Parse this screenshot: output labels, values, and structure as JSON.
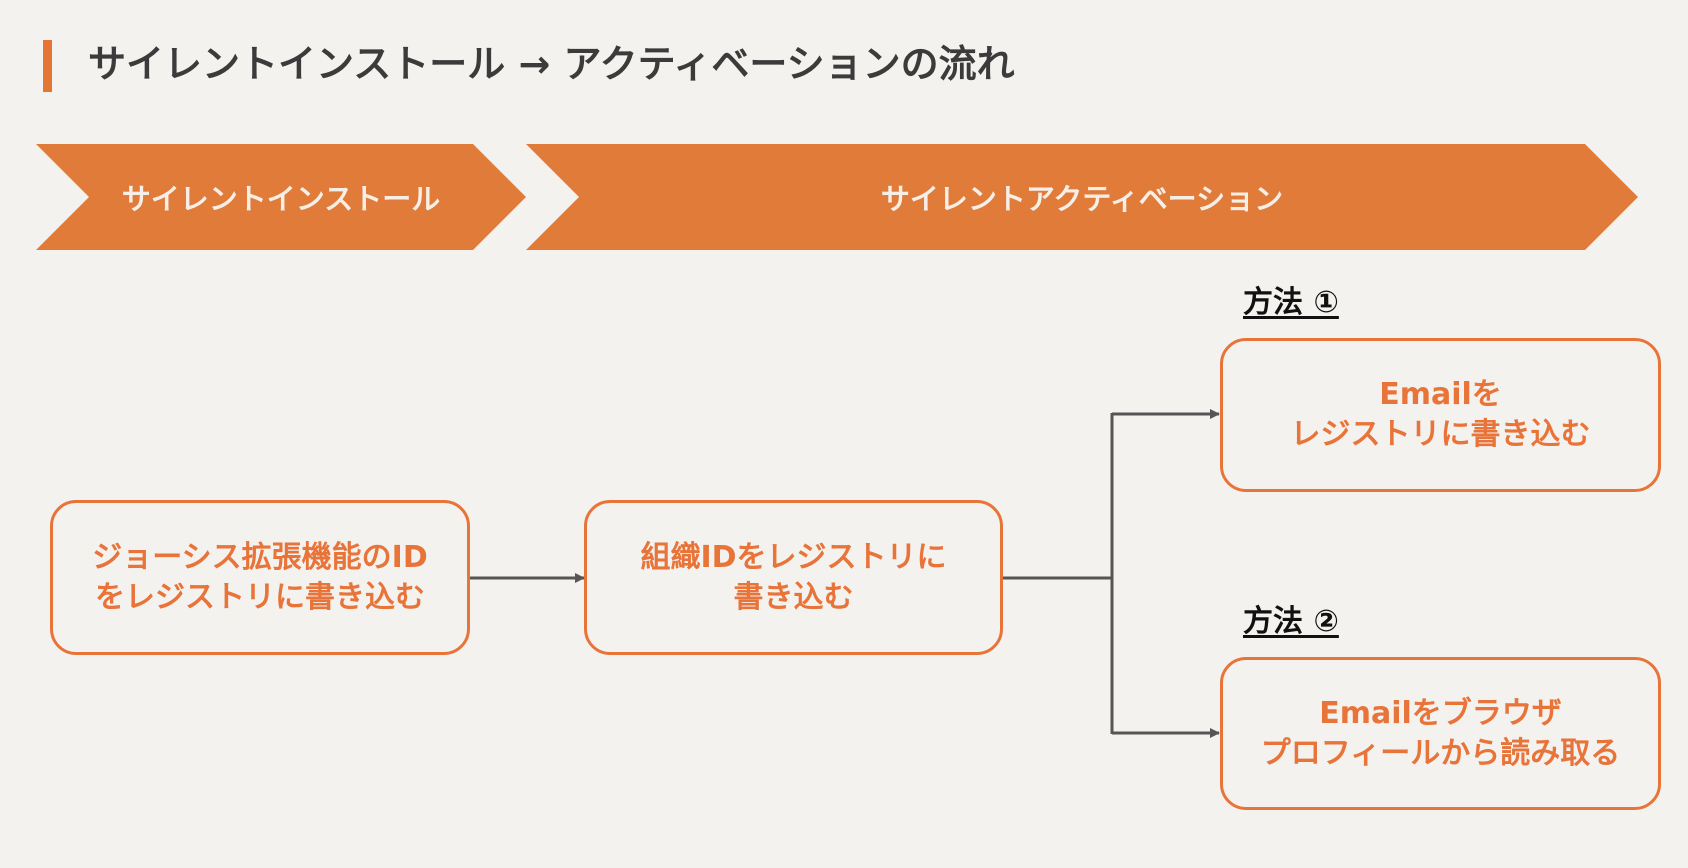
{
  "title": "サイレントインストール → アクティベーションの流れ",
  "phases": [
    {
      "label": "サイレントインストール"
    },
    {
      "label": "サイレントアクティベーション"
    }
  ],
  "steps": [
    {
      "label": "ジョーシス拡張機能のID\nをレジストリに書き込む"
    },
    {
      "label": "組織IDをレジストリに\n書き込む"
    }
  ],
  "methods": [
    {
      "heading": "方法 ①",
      "label": "Emailを\nレジストリに書き込む"
    },
    {
      "heading": "方法 ②",
      "label": "Emailをブラウザ\nプロフィールから読み取る"
    }
  ],
  "colors": {
    "accent": "#e57534",
    "chevron_fill": "#e07b3a",
    "box_border": "#e8743a",
    "connector": "#555555",
    "background": "#f4f2ef"
  }
}
